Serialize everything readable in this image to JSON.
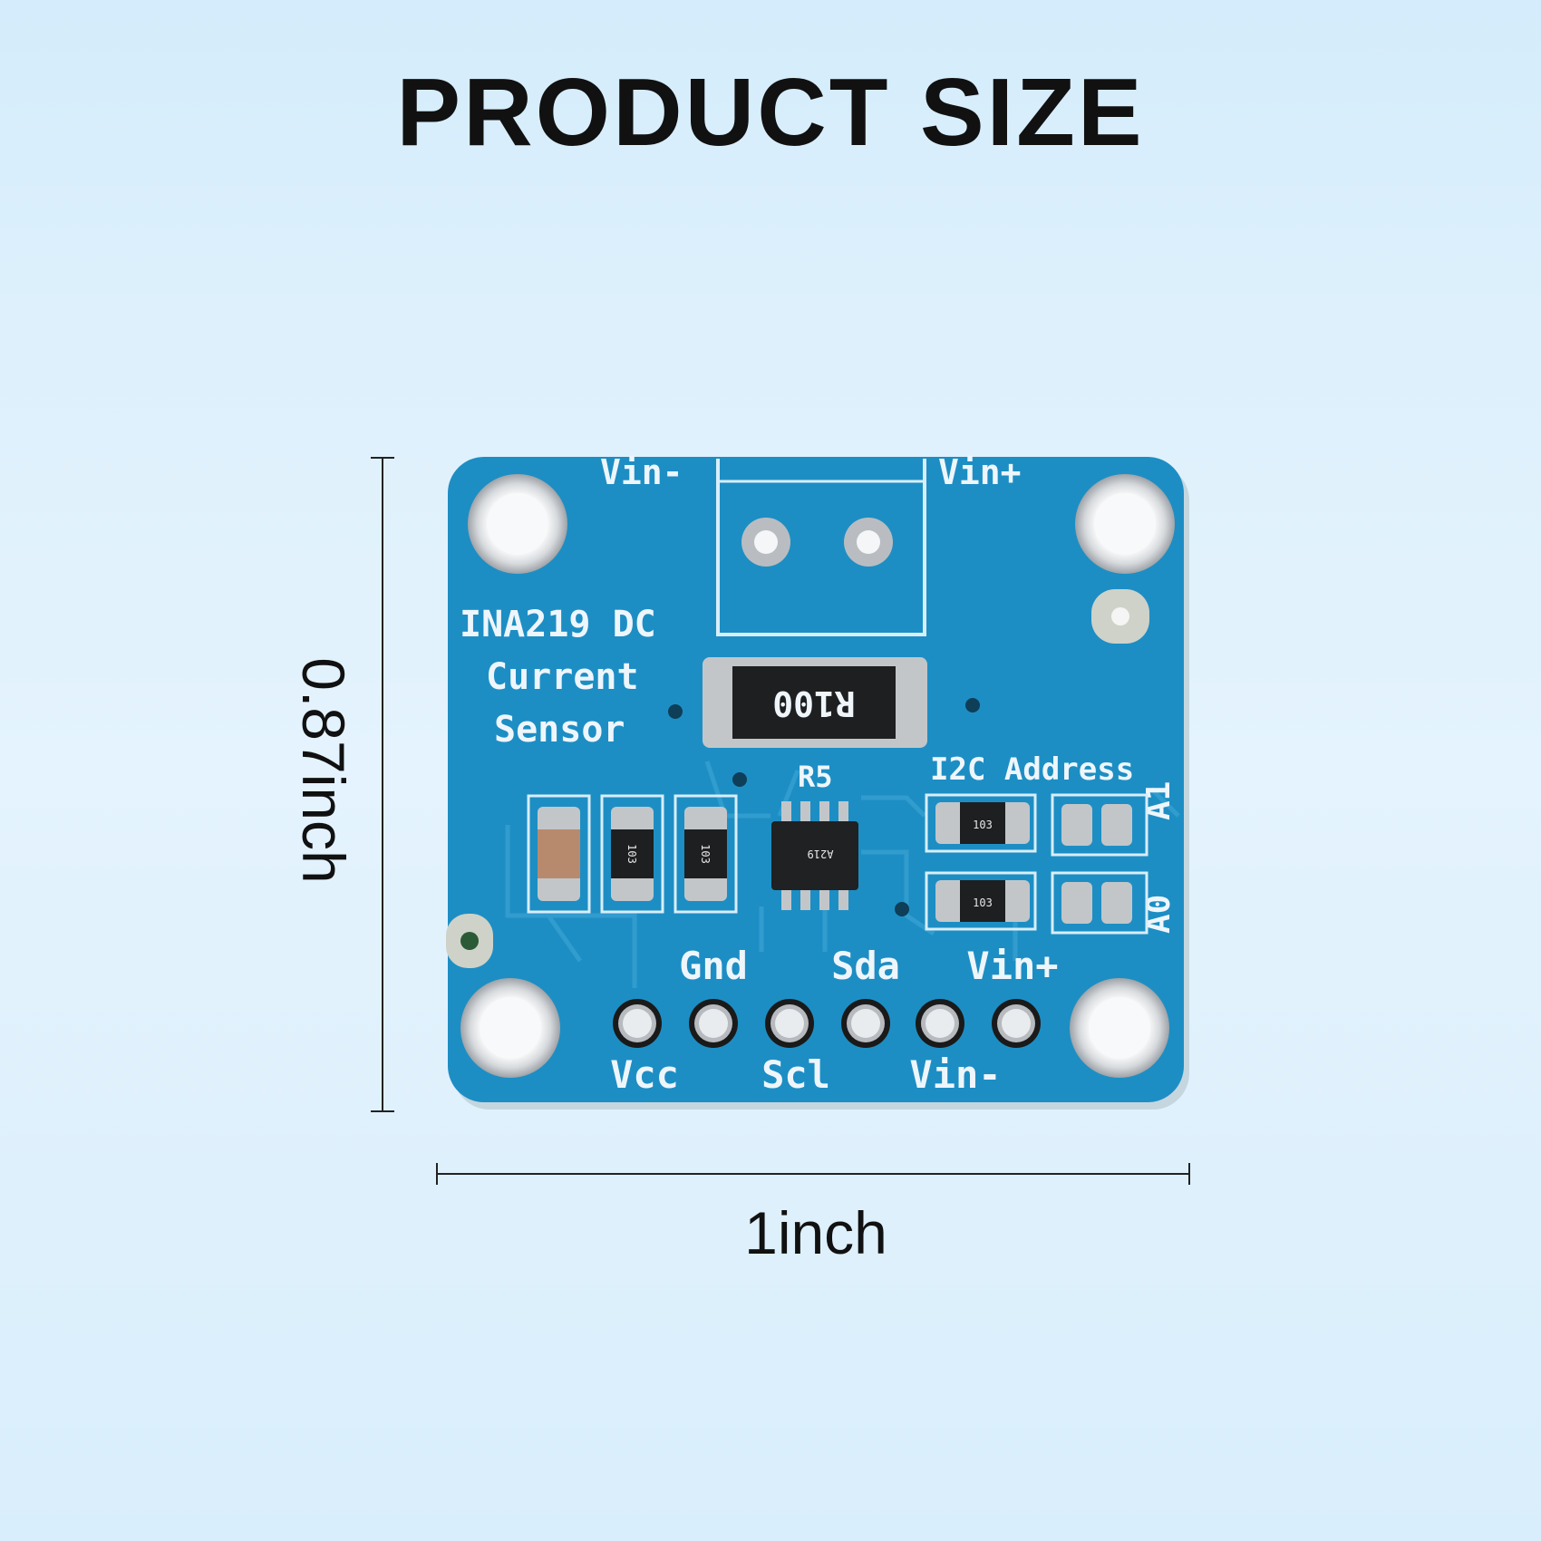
{
  "title": "PRODUCT SIZE",
  "dimensions": {
    "height_label": "0.87inch",
    "width_label": "1inch"
  },
  "board": {
    "silk_name": [
      "INA219 DC",
      "Current",
      "Sensor"
    ],
    "top_left_terminal": "Vin-",
    "top_right_terminal": "Vin+",
    "shunt_marking": "R100",
    "shunt_ref": "R5",
    "i2c_label": "I2C Address",
    "jumper_a1": "A1",
    "jumper_a0": "A0",
    "chip_marking": "A219",
    "resistor_marking": "103",
    "pins_top": [
      "Gnd",
      "Sda",
      "Vin+"
    ],
    "pins_bottom": [
      "Vcc",
      "Scl",
      "Vin-"
    ]
  },
  "colors": {
    "pcb": "#1d8ec4",
    "background": "#dcf0fc",
    "pad": "#c9ccd0"
  }
}
